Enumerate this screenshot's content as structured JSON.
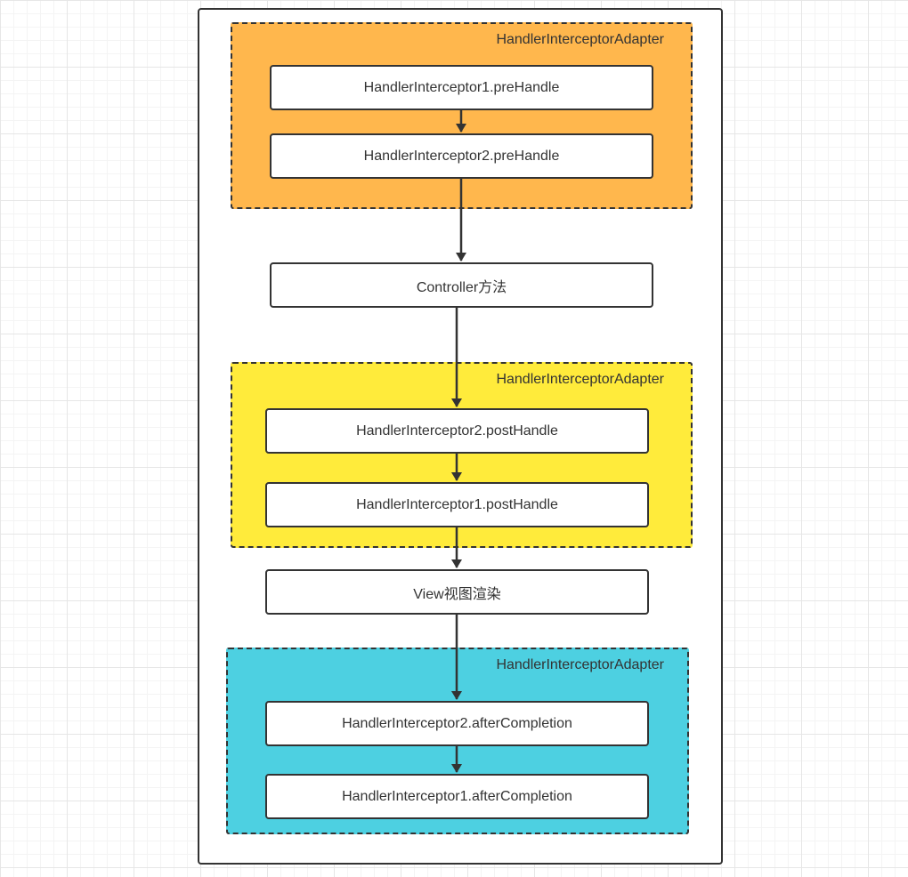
{
  "colors": {
    "prehandle_group": "#FFB74D",
    "posthandle_group": "#FFEB3B",
    "aftercompletion_group": "#4DD0E1",
    "stroke": "#333333"
  },
  "groups": [
    {
      "label": "HandlerInterceptorAdapter"
    },
    {
      "label": "HandlerInterceptorAdapter"
    },
    {
      "label": "HandlerInterceptorAdapter"
    }
  ],
  "nodes": [
    {
      "label": "HandlerInterceptor1.preHandle"
    },
    {
      "label": "HandlerInterceptor2.preHandle"
    },
    {
      "label": "Controller方法"
    },
    {
      "label": "HandlerInterceptor2.postHandle"
    },
    {
      "label": "HandlerInterceptor1.postHandle"
    },
    {
      "label": "View视图渲染"
    },
    {
      "label": "HandlerInterceptor2.afterCompletion"
    },
    {
      "label": "HandlerInterceptor1.afterCompletion"
    }
  ]
}
